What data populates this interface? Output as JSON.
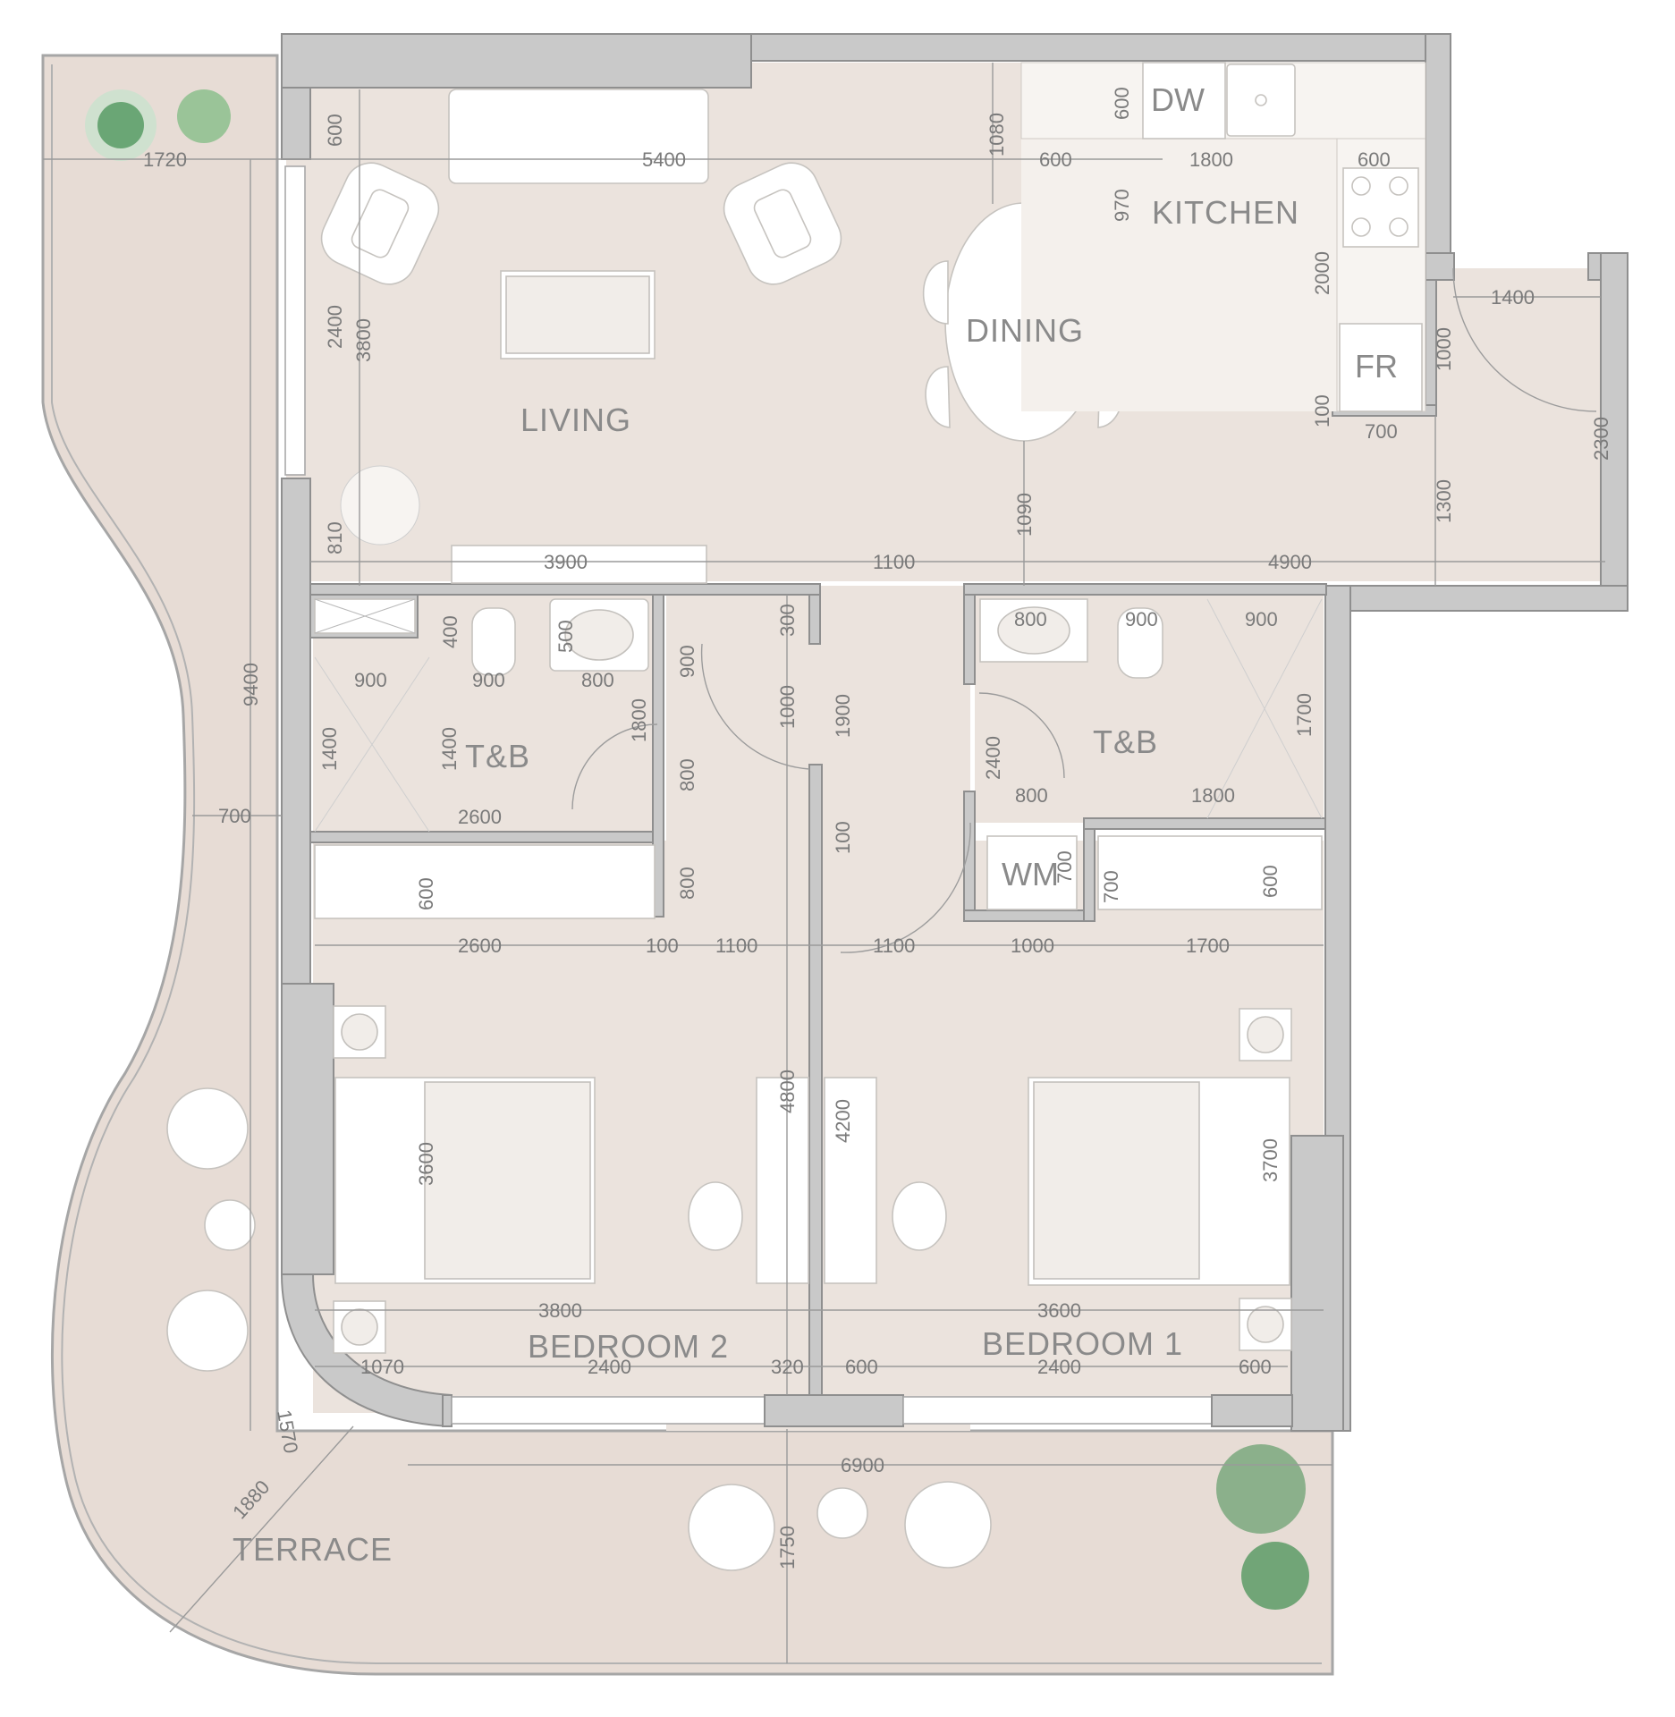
{
  "rooms": {
    "living": "LIVING",
    "dining": "DINING",
    "kitchen": "KITCHEN",
    "tb_left": "T&B",
    "tb_right": "T&B",
    "bedroom1": "BEDROOM 1",
    "bedroom2": "BEDROOM 2",
    "terrace": "TERRACE"
  },
  "fixtures": {
    "dishwasher": "DW",
    "fridge": "FR",
    "washing_machine": "WM"
  },
  "dimensions": {
    "d1720": "1720",
    "d600_living": "600",
    "d5400": "5400",
    "d1080": "1080",
    "d600_dw": "600",
    "d600_top": "600",
    "d1800_top": "1800",
    "d600_right": "600",
    "d970": "970",
    "d2400_living": "2400",
    "d3800_living": "3800",
    "d2000": "2000",
    "d1400_top": "1400",
    "d1000_fr": "1000",
    "d100_fr": "100",
    "d700_fr": "700",
    "d2300": "2300",
    "d1090": "1090",
    "d1300": "1300",
    "d810": "810",
    "d3900": "3900",
    "d1100_mid": "1100",
    "d4900": "4900",
    "d400": "400",
    "d500": "500",
    "d300": "300",
    "d800_tbr1": "800",
    "d900_tbr1": "900",
    "d900_tbr2": "900",
    "d900_tbl1": "900",
    "d900_tbl2": "900",
    "d800_tbl": "800",
    "d900_hall": "900",
    "d1000_hall": "1000",
    "d1900": "1900",
    "d9400": "9400",
    "d1800_tbl": "1800",
    "d1400_tbl1": "1400",
    "d1400_tbl2": "1400",
    "d2400_tbr": "2400",
    "d1700_tbr": "1700",
    "d800_tbr2": "800",
    "d1800_tbr": "1800",
    "d700_terr": "700",
    "d2600_tbl": "2600",
    "d800_hall1": "800",
    "d100_hall": "100",
    "d700_wm": "700",
    "d700_wm2": "700",
    "d600_wr1": "600",
    "d600_wr2": "600",
    "d800_hall2": "800",
    "d2600_b2": "2600",
    "d100_b2": "100",
    "d1100_b2": "1100",
    "d1100_b1": "1100",
    "d1000_b1": "1000",
    "d1700_b1": "1700",
    "d4800": "4800",
    "d4200": "4200",
    "d3600_b2": "3600",
    "d3700_b1": "3700",
    "d3800_b2": "3800",
    "d3600_b1": "3600",
    "d1070": "1070",
    "d2400_b2": "2400",
    "d320": "320",
    "d600_b1l": "600",
    "d2400_b1": "2400",
    "d600_b1r": "600",
    "d1570": "1570",
    "d6900": "6900",
    "d1880": "1880",
    "d1750": "1750"
  },
  "colors": {
    "floor": "#ebe3dd",
    "terrace": "#e7dcd5",
    "wall": "#c9c9c9",
    "plant_dark": "#3f8d4e",
    "plant_light": "#8cbf8d"
  }
}
